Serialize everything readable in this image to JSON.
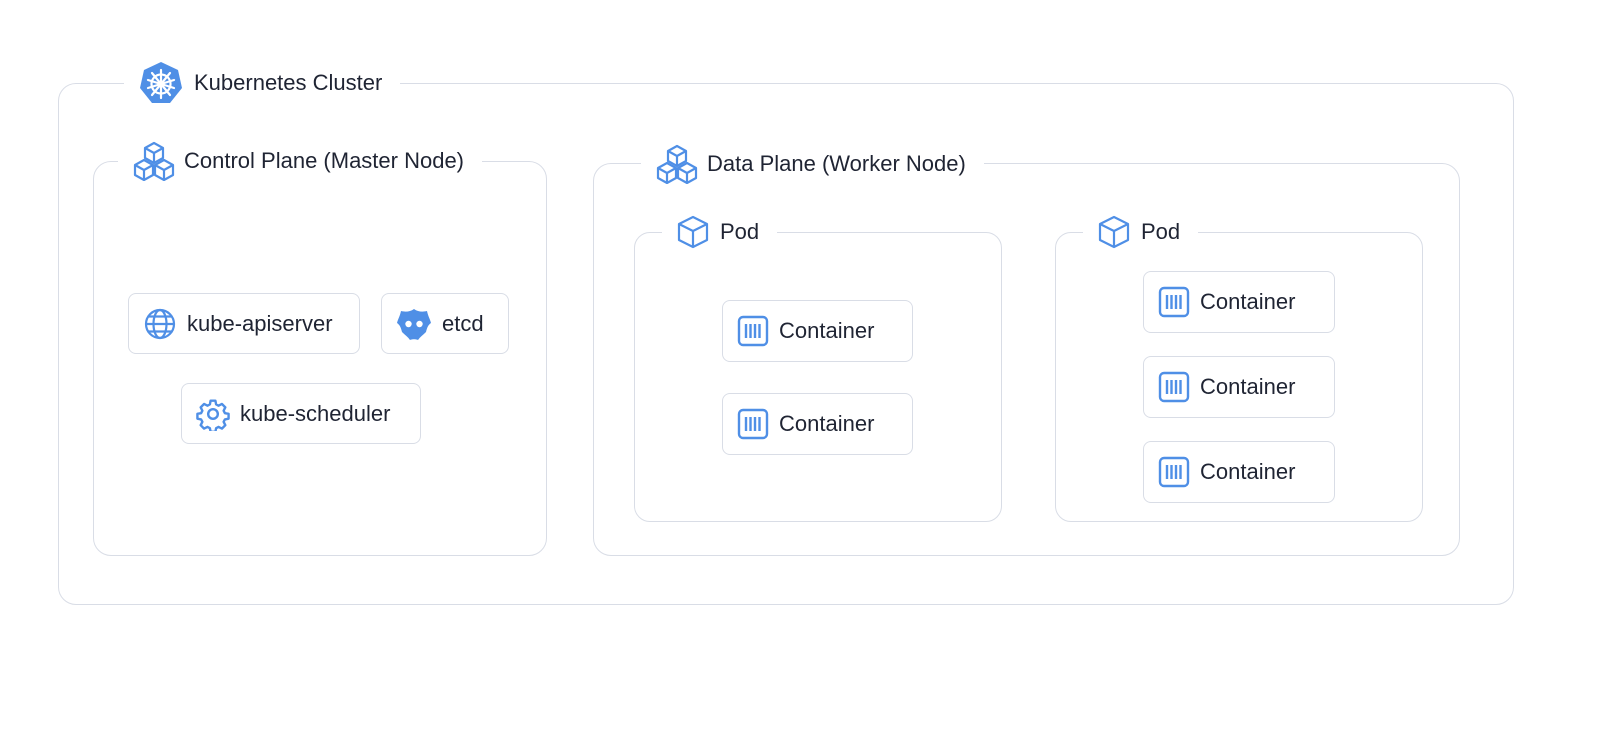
{
  "cluster": {
    "title": "Kubernetes Cluster",
    "icon": "kubernetes-helm-icon"
  },
  "control_plane": {
    "title": "Control Plane (Master Node)",
    "icon": "cubes-icon",
    "components": [
      {
        "label": "kube-apiserver",
        "icon": "globe-icon"
      },
      {
        "label": "etcd",
        "icon": "etcd-icon"
      },
      {
        "label": "kube-scheduler",
        "icon": "gear-icon"
      }
    ]
  },
  "data_plane": {
    "title": "Data Plane (Worker Node)",
    "icon": "cubes-icon",
    "pods": [
      {
        "title": "Pod",
        "containers": [
          "Container",
          "Container"
        ]
      },
      {
        "title": "Pod",
        "containers": [
          "Container",
          "Container",
          "Container"
        ]
      }
    ]
  },
  "colors": {
    "accent": "#4f8fe6",
    "border": "#d9dde6",
    "text": "#1f2433"
  }
}
